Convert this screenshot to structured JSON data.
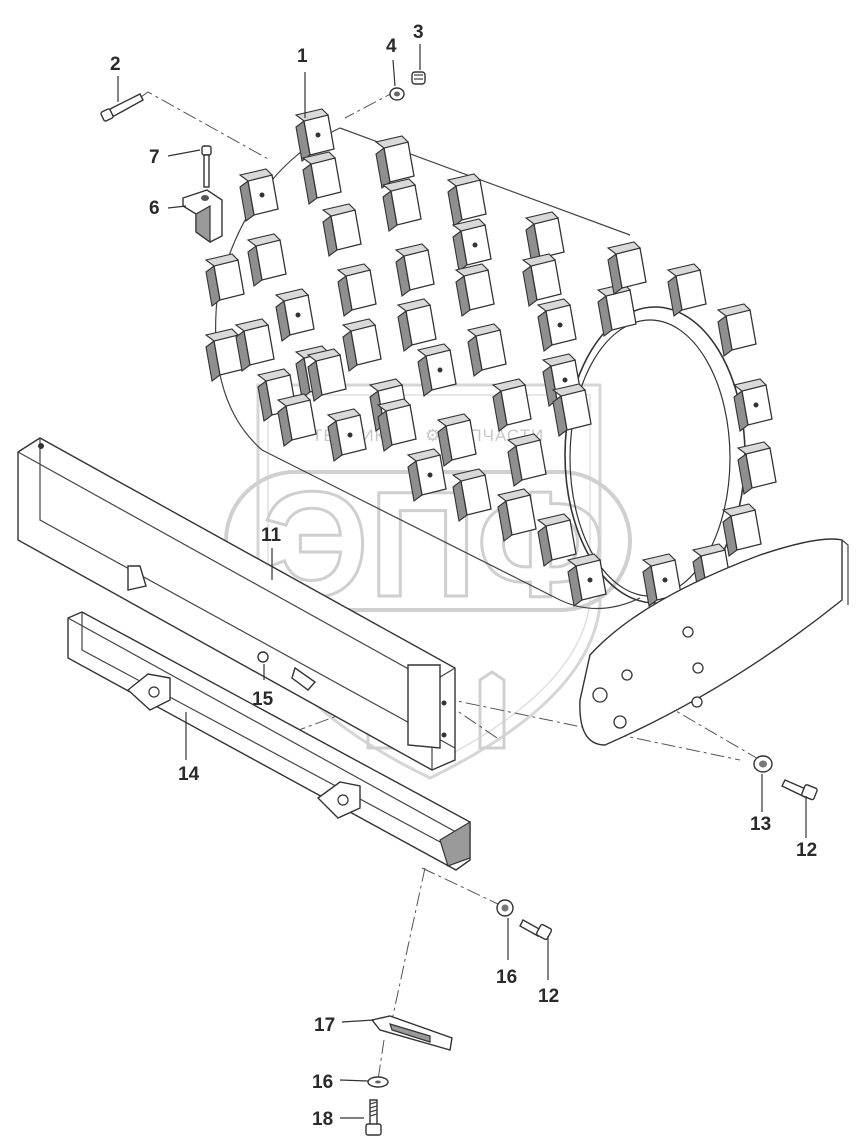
{
  "watermark": {
    "top_text_left": "ТЕХНИКА",
    "top_text_right": "ЗАПЧАСТИ",
    "logo_letters": "ЭПФ"
  },
  "callouts": [
    {
      "id": "c1",
      "label": "1"
    },
    {
      "id": "c2",
      "label": "2"
    },
    {
      "id": "c3",
      "label": "3"
    },
    {
      "id": "c4",
      "label": "4"
    },
    {
      "id": "c5",
      "label": "7"
    },
    {
      "id": "c6",
      "label": "6"
    },
    {
      "id": "c7",
      "label": "11"
    },
    {
      "id": "c8",
      "label": "15"
    },
    {
      "id": "c9",
      "label": "14"
    },
    {
      "id": "c10",
      "label": "13"
    },
    {
      "id": "c11",
      "label": "12"
    },
    {
      "id": "c12",
      "label": "16"
    },
    {
      "id": "c13",
      "label": "12"
    },
    {
      "id": "c14",
      "label": "17"
    },
    {
      "id": "c15",
      "label": "16"
    },
    {
      "id": "c16",
      "label": "18"
    }
  ]
}
